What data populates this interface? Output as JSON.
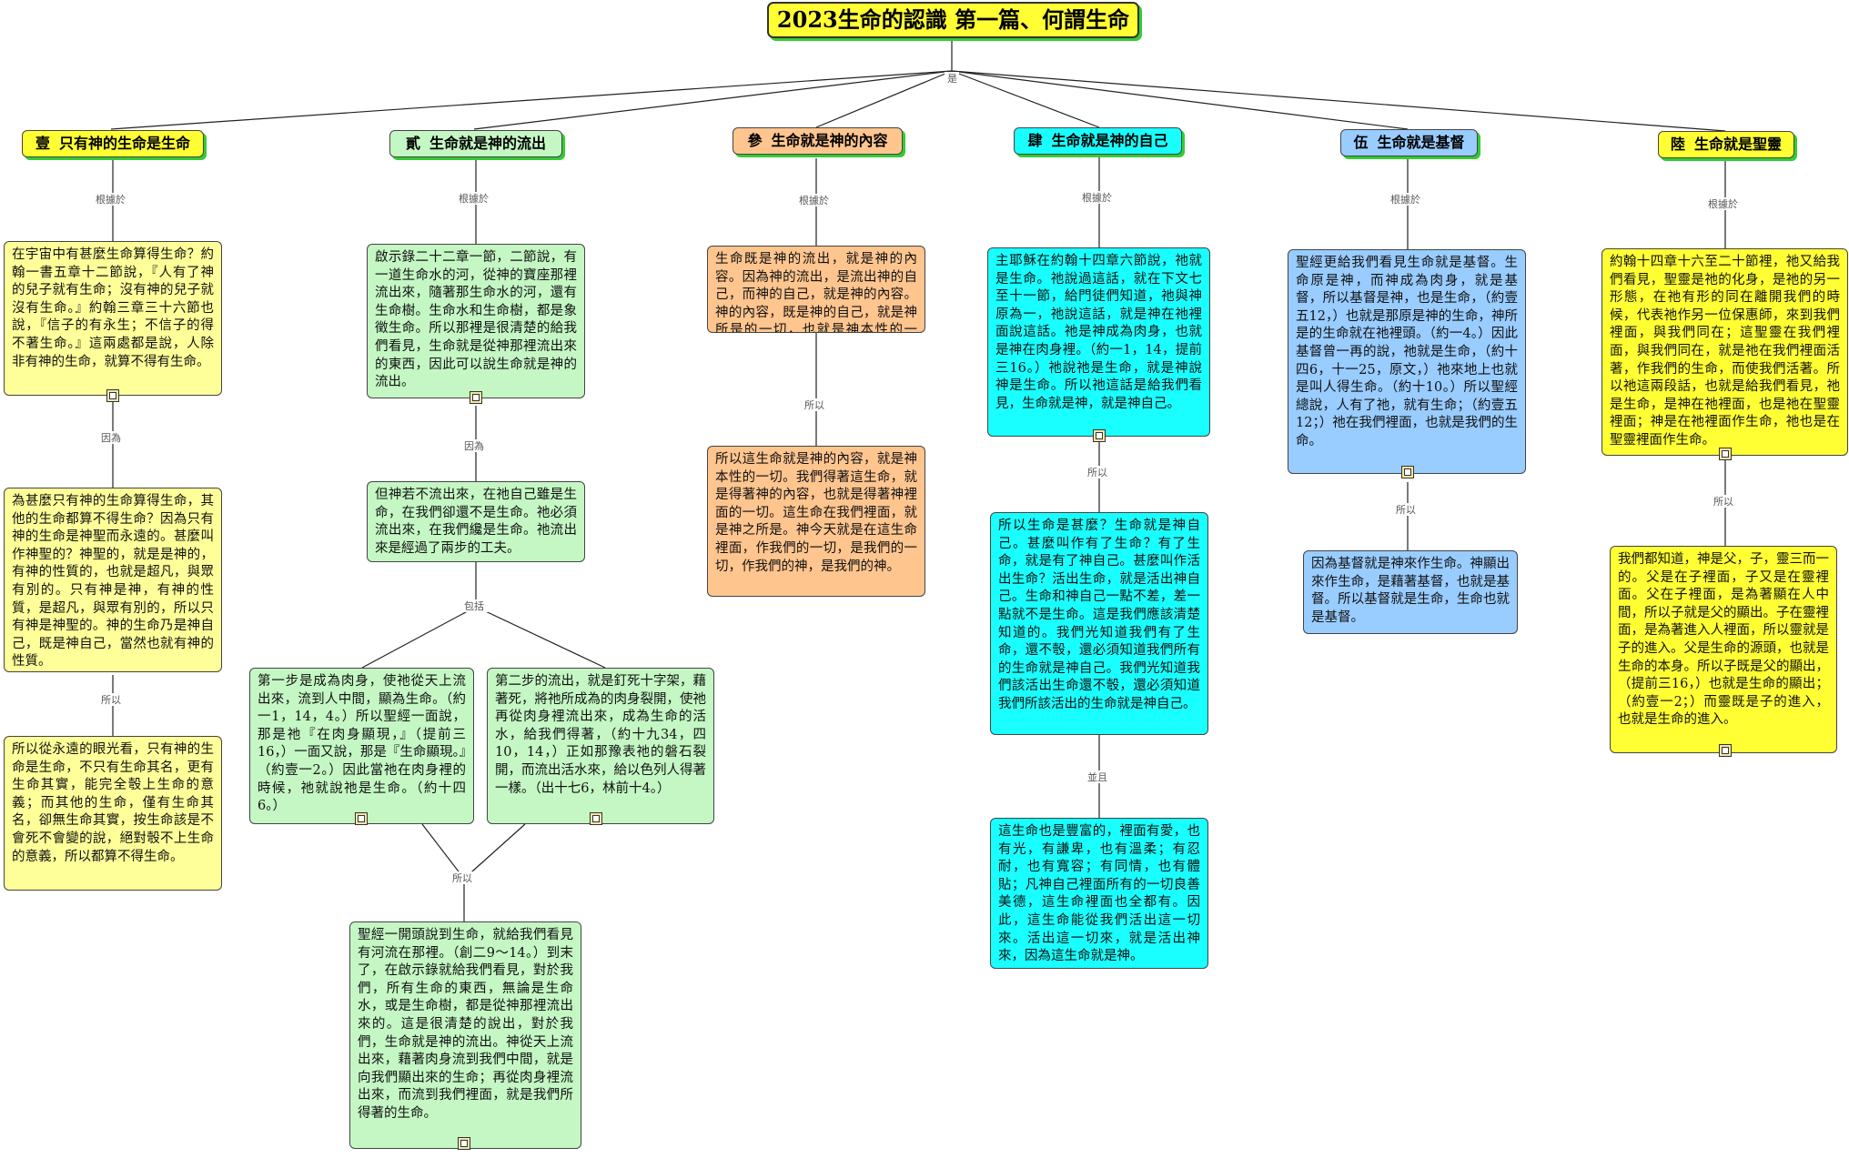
{
  "title": "2023生命的認識 第一篇、何謂生命",
  "connectors": {
    "root": "是",
    "based_on": "根據於",
    "because": "因為",
    "therefore": "所以",
    "including": "包括",
    "and": "並且"
  },
  "colors": {
    "yellow": "#ffff99",
    "green": "#c4f7c4",
    "orange": "#ffc58f",
    "cyan": "#19ffff",
    "blue": "#99ccff",
    "gold": "#ffff33",
    "shadow": "#33cc33"
  },
  "branches": [
    {
      "num": "壹",
      "label": "只有神的生命是生命",
      "nodes": [
        "在宇宙中有甚麼生命算得生命？約翰一書五章十二節說，『人有了神的兒子就有生命；沒有神的兒子就沒有生命。』約翰三章三十六節也說，『信子的有永生；不信子的得不著生命。』這兩處都是說，人除非有神的生命，就算不得有生命。",
        "為甚麼只有神的生命算得生命，其他的生命都算不得生命？因為只有神的生命是神聖而永遠的。甚麼叫作神聖的？神聖的，就是是神的，有神的性質的，也就是超凡，與眾有別的。只有神是神，有神的性質，是超凡，與眾有別的，所以只有神是神聖的。神的生命乃是神自己，既是神自己，當然也就有神的性質。",
        "所以從永遠的眼光看，只有神的生命是生命，不只有生命其名，更有生命其實，能完全彀上生命的意義；而其他的生命，僅有生命其名，卻無生命其實，按生命該是不會死不會變的說，絕對彀不上生命的意義，所以都算不得生命。"
      ]
    },
    {
      "num": "貳",
      "label": "生命就是神的流出",
      "nodes": [
        "啟示錄二十二章一節，二節說，有一道生命水的河，從神的寶座那裡流出來，隨著那生命水的河，還有生命樹。生命水和生命樹，都是象徵生命。所以那裡是很清楚的給我們看見，生命就是從神那裡流出來的東西，因此可以說生命就是神的流出。",
        "但神若不流出來，在祂自己雖是生命，在我們卻還不是生命。祂必須流出來，在我們纔是生命。祂流出來是經過了兩步的工夫。",
        "第一步是成為肉身，使祂從天上流出來，流到人中間，顯為生命。（約一1，14，4。）所以聖經一面說，那是祂『在肉身顯現，』（提前三16，）一面又說，那是『生命顯現。』（約壹一2。）因此當祂在肉身裡的時候，祂就說祂是生命。（約十四6。）",
        "第二步的流出，就是釘死十字架，藉著死，將祂所成為的肉身裂開，使祂再從肉身裡流出來，成為生命的活水，給我們得著，（約十九34，四10，14，）正如那豫表祂的磐石裂開，而流出活水來，給以色列人得著一樣。（出十七6，林前十4。）",
        "聖經一開頭說到生命，就給我們看見有河流在那裡。（創二9～14。）到末了，在啟示錄就給我們看見，對於我們，所有生命的東西，無論是生命水，或是生命樹，都是從神那裡流出來的。這是很清楚的說出，對於我們，生命就是神的流出。神從天上流出來，藉著肉身流到我們中間，就是向我們顯出來的生命；再從肉身裡流出來，而流到我們裡面，就是我們所得著的生命。"
      ]
    },
    {
      "num": "參",
      "label": "生命就是神的內容",
      "nodes": [
        "生命既是神的流出，就是神的內容。因為神的流出，是流出神的自己，而神的自己，就是神的內容。神的內容，既是神的自己，就是神所是的一切，也就是神本性的一切。",
        "所以這生命就是神的內容，就是神本性的一切。我們得著這生命，就是得著神的內容，也就是得著神裡面的一切。這生命在我們裡面，就是神之所是。神今天就是在這生命裡面，作我們的一切，是我們的一切，作我們的神，是我們的神。"
      ]
    },
    {
      "num": "肆",
      "label": "生命就是神的自己",
      "nodes": [
        "主耶穌在約翰十四章六節說，祂就是生命。祂說過這話，就在下文七至十一節，給門徒們知道，祂與神原為一，祂說這話，就是神在祂裡面說這話。祂是神成為肉身，也就是神在肉身裡。（約一1，14，提前三16。）祂說祂是生命，就是神說神是生命。所以祂這話是給我們看見，生命就是神，就是神自己。",
        "所以生命是甚麼？生命就是神自己。甚麼叫作有了生命？有了生命，就是有了神自己。甚麼叫作活出生命？活出生命，就是活出神自己。生命和神自己一點不差，差一點就不是生命。這是我們應該清楚知道的。我們光知道我們有了生命，還不彀，還必須知道我們所有的生命就是神自己。我們光知道我們該活出生命還不彀，還必須知道我們所該活出的生命就是神自己。",
        "這生命也是豐富的，裡面有愛，也有光，有謙卑，也有溫柔；有忍耐，也有寬容；有同情，也有體貼；凡神自己裡面所有的一切良善美德，這生命裡面也全都有。因此，這生命能從我們活出這一切來。活出這一切來，就是活出神來，因為這生命就是神。"
      ]
    },
    {
      "num": "伍",
      "label": "生命就是基督",
      "nodes": [
        "聖經更給我們看見生命就是基督。生命原是神，而神成為肉身，就是基督，所以基督是神，也是生命，（約壹五12，）也就是那原是神的生命，神所是的生命就在祂裡頭。（約一4。）因此基督曾一再的說，祂就是生命，（約十四6，十一25，原文，）祂來地上也就是叫人得生命。（約十10。）所以聖經總說，人有了祂，就有生命；（約壹五12；）祂在我們裡面，也就是我們的生命。",
        "因為基督就是神來作生命。神顯出來作生命，是藉著基督，也就是基督。所以基督就是生命，生命也就是基督。"
      ]
    },
    {
      "num": "陸",
      "label": "生命就是聖靈",
      "nodes": [
        "約翰十四章十六至二十節裡，祂又給我們看見，聖靈是祂的化身，是祂的另一形態，在祂有形的同在離開我們的時候，代表祂作另一位保惠師，來到我們裡面，與我們同在；這聖靈在我們裡面，與我們同在，就是祂在我們裡面活著，作我們的生命，而使我們活著。所以祂這兩段話，也就是給我們看見，祂是生命，是神在祂裡面，也是祂在聖靈裡面；神是在祂裡面作生命，祂也是在聖靈裡面作生命。",
        "我們都知道，神是父，子，靈三而一的。父是在子裡面，子又是在靈裡面。父在子裡面，是為著顯在人中間，所以子就是父的顯出。子在靈裡面，是為著進入人裡面，所以靈就是子的進入。父是生命的源頭，也就是生命的本身。所以子既是父的顯出，（提前三16，）也就是生命的顯出；（約壹一2；）而靈既是子的進入，也就是生命的進入。"
      ]
    }
  ]
}
